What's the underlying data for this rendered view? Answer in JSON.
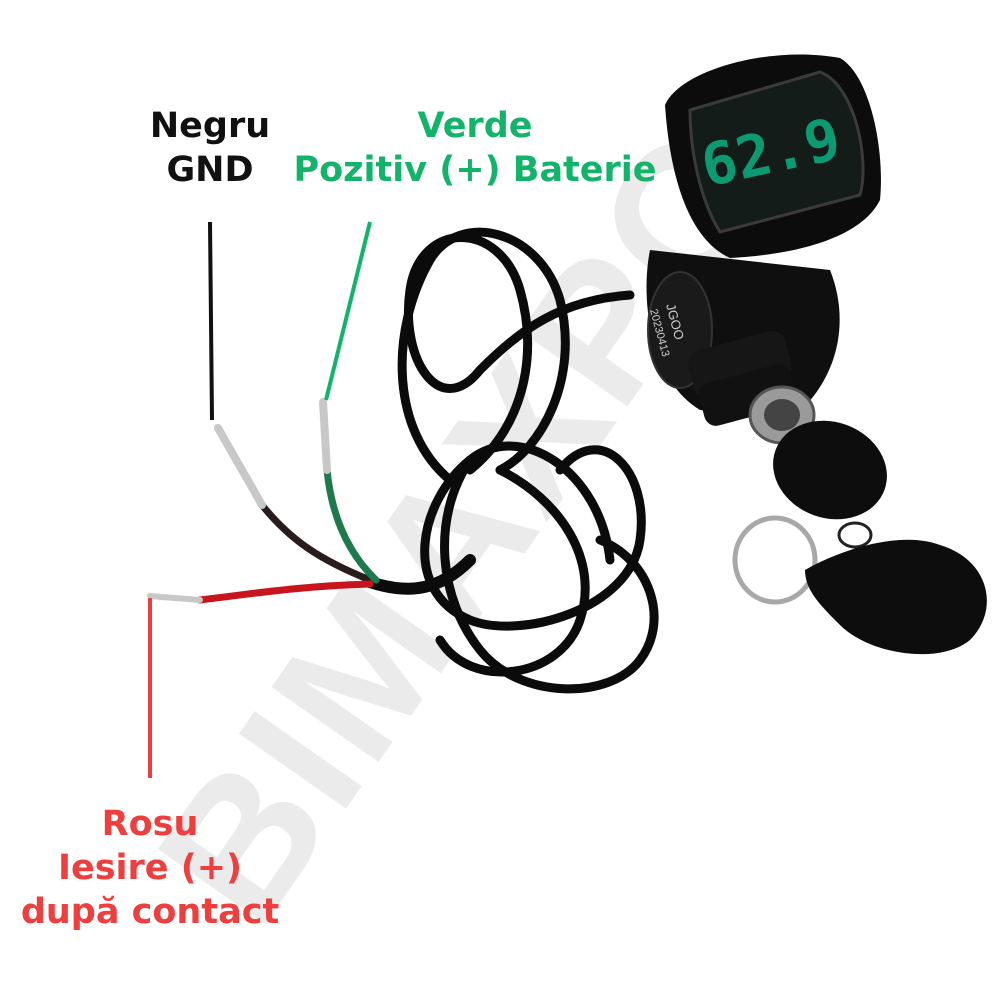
{
  "watermark": {
    "text": "BIMAXPO"
  },
  "display": {
    "reading": "62.9",
    "color": "#0c9a72"
  },
  "switch_label": {
    "brand": "JGOO",
    "code": "20230413"
  },
  "labels": {
    "black_wire": {
      "color_name": "Negru",
      "function": "GND",
      "color": "#111111"
    },
    "green_wire": {
      "color_name": "Verde",
      "function": "Pozitiv (+) Baterie",
      "color": "#12b46a"
    },
    "red_wire": {
      "color_name": "Rosu",
      "function_line1": "Iesire (+)",
      "function_line2": "după contact",
      "color": "#ee3e3e"
    }
  }
}
